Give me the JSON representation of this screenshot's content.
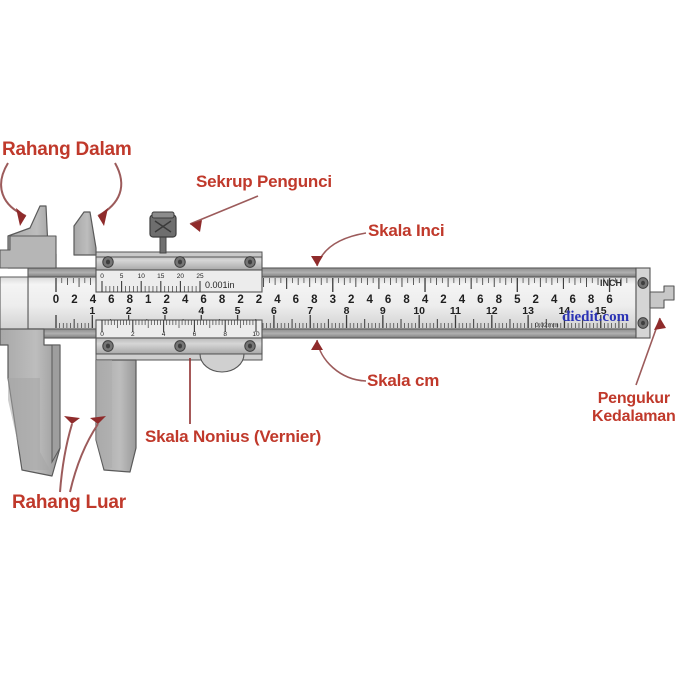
{
  "diagram": {
    "title": "Vernier Caliper (Jangka Sorong) labeled diagram",
    "language": "id",
    "accent_color": "#c0392b",
    "metal_light": "#e8e8e8",
    "metal_mid": "#b5b5b5",
    "metal_dark": "#8f8f8f",
    "outline": "#4a4a4a"
  },
  "callouts": {
    "rahang_dalam": "Rahang Dalam",
    "sekrup_pengunci": "Sekrup Pengunci",
    "skala_inci": "Skala Inci",
    "skala_cm": "Skala cm",
    "skala_nonius": "Skala Nonius (Vernier)",
    "pengukur_kedalaman_line1": "Pengukur",
    "pengukur_kedalaman_line2": "Kedalaman",
    "rahang_luar": "Rahang Luar"
  },
  "caliper": {
    "inch_vernier_label": "0.001in",
    "mm_vernier_label": "0.02mm",
    "inch_unit_label": "INCH",
    "watermark": "diedit.com",
    "inch_scale_labels": [
      "0",
      "2",
      "4",
      "6",
      "8",
      "1",
      "2",
      "4",
      "6",
      "8",
      "2",
      "2",
      "4",
      "6",
      "8",
      "3",
      "2",
      "4",
      "6",
      "8",
      "4",
      "2",
      "4",
      "6",
      "8",
      "5",
      "2",
      "4",
      "6",
      "8",
      "6"
    ],
    "cm_scale_labels": [
      "1",
      "2",
      "3",
      "4",
      "5",
      "6",
      "7",
      "8",
      "9",
      "10",
      "11",
      "12",
      "13",
      "14",
      "15"
    ],
    "inch_vernier_labels": [
      "0",
      "5",
      "10",
      "15",
      "20",
      "25"
    ],
    "mm_vernier_labels": [
      "0",
      "2",
      "4",
      "6",
      "8",
      "10"
    ]
  }
}
